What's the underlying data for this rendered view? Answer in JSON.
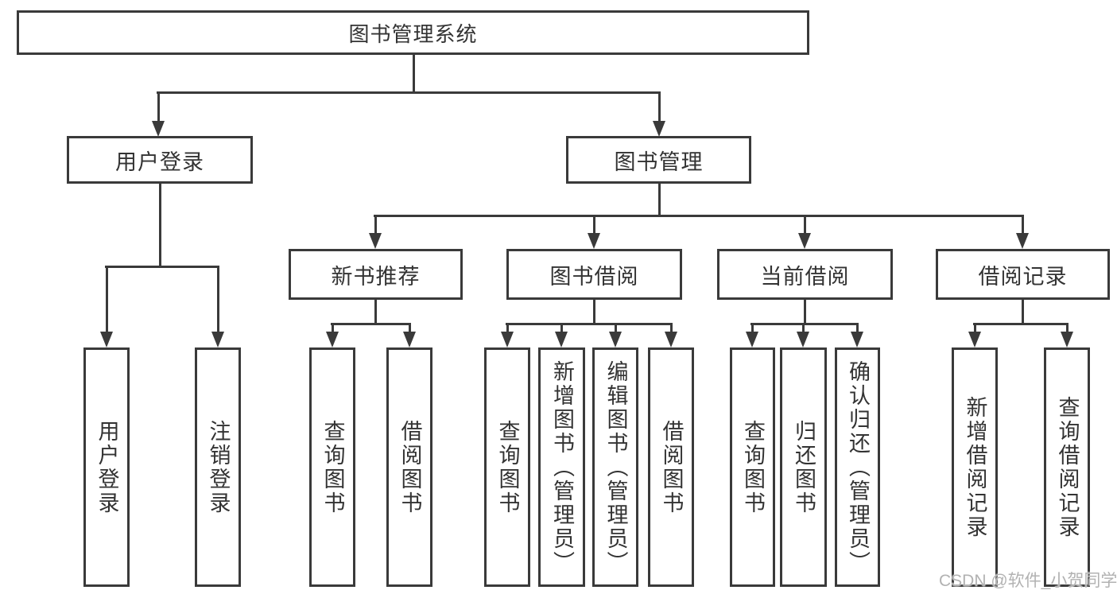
{
  "tree": {
    "root": {
      "label": "图书管理系统"
    },
    "children": [
      {
        "label": "用户登录",
        "children": [
          {
            "label": "用户登录"
          },
          {
            "label": "注销登录"
          }
        ]
      },
      {
        "label": "图书管理",
        "children": [
          {
            "label": "新书推荐",
            "children": [
              {
                "label": "查询图书"
              },
              {
                "label": "借阅图书"
              }
            ]
          },
          {
            "label": "图书借阅",
            "children": [
              {
                "label": "查询图书"
              },
              {
                "label": "新增图书（管理员）"
              },
              {
                "label": "编辑图书（管理员）"
              },
              {
                "label": "借阅图书"
              }
            ]
          },
          {
            "label": "当前借阅",
            "children": [
              {
                "label": "查询图书"
              },
              {
                "label": "归还图书"
              },
              {
                "label": "确认归还（管理员）"
              }
            ]
          },
          {
            "label": "借阅记录",
            "children": [
              {
                "label": "新增借阅记录"
              },
              {
                "label": "查询借阅记录"
              }
            ]
          }
        ]
      }
    ]
  },
  "watermark": {
    "text": "CSDN @软件_小贺同学"
  },
  "colors": {
    "line": "#3a3a3a",
    "text": "#333333",
    "background": "#ffffff",
    "watermark": "#b2b2b2"
  }
}
